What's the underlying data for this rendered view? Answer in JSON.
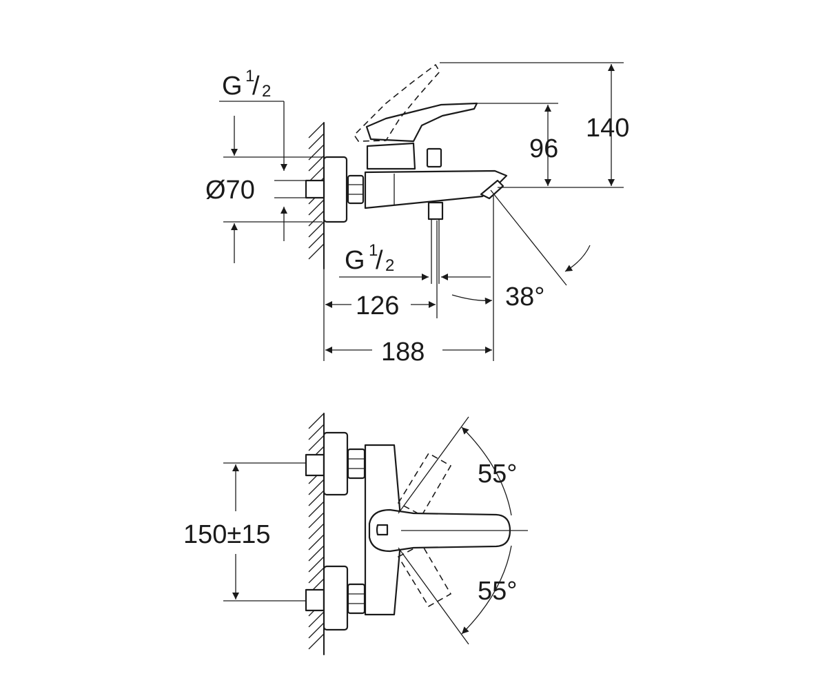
{
  "side_view": {
    "thread_top": {
      "base": "G",
      "numerator": "1",
      "denominator": "2"
    },
    "diameter": "Ø70",
    "height_total": "140",
    "height_spout": "96",
    "thread_bottom": {
      "base": "G",
      "numerator": "1",
      "denominator": "2"
    },
    "length_outlet": "126",
    "length_spout": "188",
    "spout_angle": "38°"
  },
  "front_view": {
    "centers": "150±15",
    "lever_angle_up": "55°",
    "lever_angle_down": "55°"
  }
}
